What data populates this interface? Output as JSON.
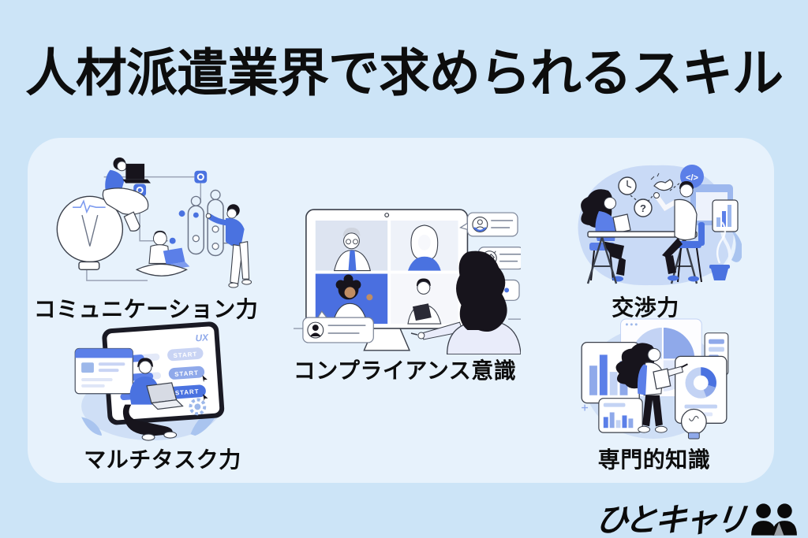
{
  "page": {
    "title": "人材派遣業界で求められるスキル",
    "colors": {
      "background": "#cce4f7",
      "panel": "#e7f2fc",
      "accent_blue": "#4a72e0",
      "mid_blue": "#8fa9ea",
      "light_blue": "#c9d4f4",
      "ink": "#0d0d0d"
    }
  },
  "skills": [
    {
      "id": "communication",
      "label": "コミュニケーション力"
    },
    {
      "id": "compliance",
      "label": "コンプライアンス意識"
    },
    {
      "id": "negotiation",
      "label": "交渉力"
    },
    {
      "id": "multitask",
      "label": "マルチタスク力"
    },
    {
      "id": "expertise",
      "label": "専門的知識"
    }
  ],
  "illustrations": {
    "multitask_screen": {
      "app_label": "UX",
      "buttons": [
        "START",
        "START",
        "START"
      ]
    },
    "negotiation_icons": {
      "code": "</>",
      "question": "?"
    }
  },
  "logo": {
    "text": "ひとキャリ"
  }
}
